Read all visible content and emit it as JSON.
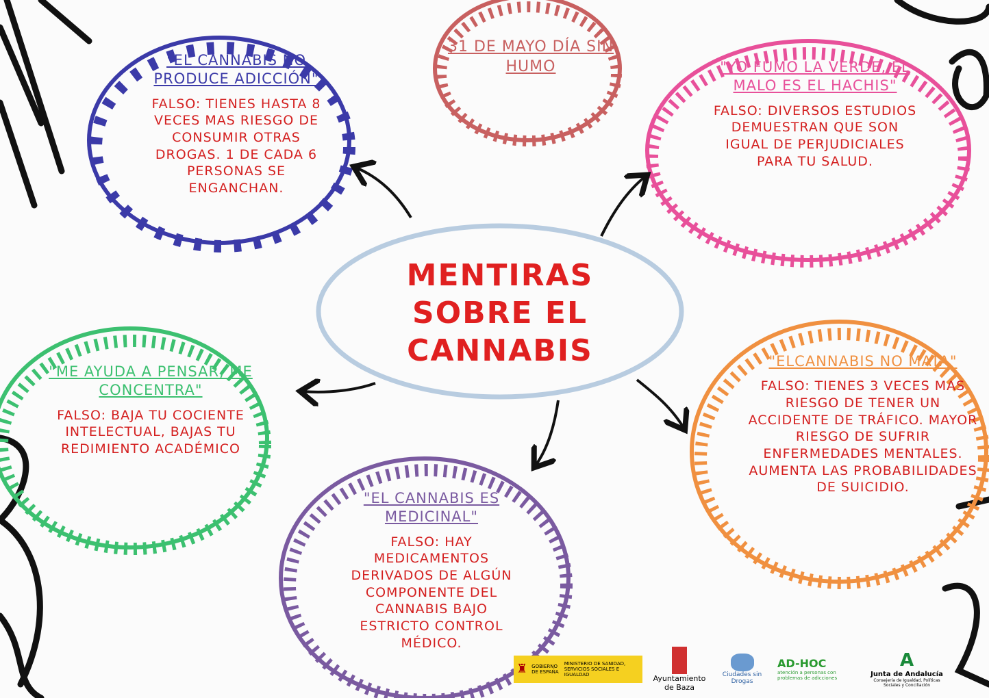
{
  "title": "MENTIRAS SOBRE EL CANNABIS",
  "date": {
    "heading": "31 DE MAYO DÍA SIN HUMO"
  },
  "bubbles": [
    {
      "heading": "\"EL CANNABIS NO PRODUCE ADICCIÓN\"",
      "text": "FALSO: TIENES HASTA 8 VECES MAS RIESGO DE CONSUMIR OTRAS DROGAS. 1 DE CADA 6 PERSONAS SE ENGANCHAN.",
      "color": "#3b3aa8"
    },
    {
      "heading": "\"YO FUMO LA VERDE, EL MALO ES EL HACHIS\"",
      "text": "FALSO: DIVERSOS ESTUDIOS DEMUESTRAN QUE SON IGUAL DE PERJUDICIALES PARA TU SALUD.",
      "color": "#e8509a"
    },
    {
      "heading": "\"ME AYUDA A PENSAR, ME CONCENTRA\"",
      "text": "FALSO: BAJA TU COCIENTE INTELECTUAL, BAJAS TU REDIMIENTO ACADÉMICO",
      "color": "#3cc070"
    },
    {
      "heading": "\"EL CANNABIS ES MEDICINAL\"",
      "text": "FALSO: HAY MEDICAMENTOS DERIVADOS DE ALGÚN COMPONENTE DEL CANNABIS BAJO ESTRICTO CONTROL MÉDICO.",
      "color": "#7a5aa0"
    },
    {
      "heading": "\"ELCANNABIS NO MATA\"",
      "text": "FALSO: TIENES 3 VECES MAS RIESGO DE TENER UN ACCIDENTE DE TRÁFICO. MAYOR RIESGO DE SUFRIR ENFERMEDADES MENTALES. AUMENTA LAS PROBABILIDADES DE SUICIDIO.",
      "color": "#f09040"
    }
  ],
  "logos": {
    "gobierno": "GOBIERNO DE ESPAÑA",
    "ministerio": "MINISTERIO DE SANIDAD, SERVICIOS SOCIALES E IGUALDAD",
    "ayuntamiento": "Ayuntamiento de Baza",
    "ciudades": "Ciudades sin Drogas",
    "adhoc": "AD-HOC",
    "adhoc_sub": "atención a personas con problemas de adicciones",
    "junta": "Junta de Andalucía",
    "junta_sub": "Consejería de Igualdad, Políticas Sociales y Conciliación"
  }
}
